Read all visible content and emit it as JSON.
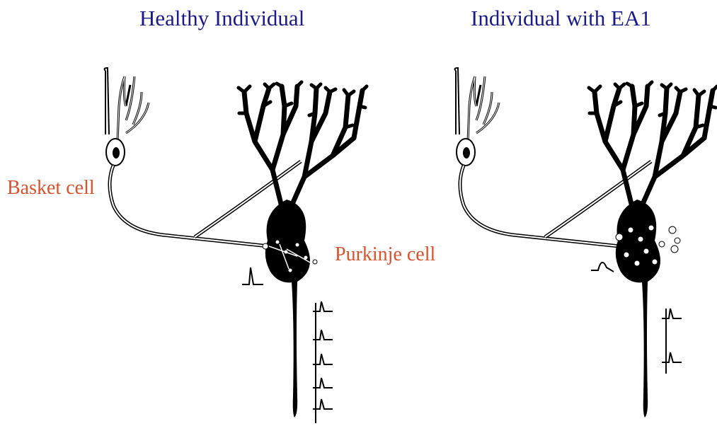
{
  "titles": {
    "left": "Healthy Individual",
    "right": "Individual with EA1"
  },
  "labels": {
    "basket_cell": "Basket cell",
    "purkinje_cell": "Purkinje cell"
  },
  "colors": {
    "title": "#1a1a8c",
    "label": "#d9522b",
    "ink": "#000000",
    "background": "#ffffff"
  }
}
